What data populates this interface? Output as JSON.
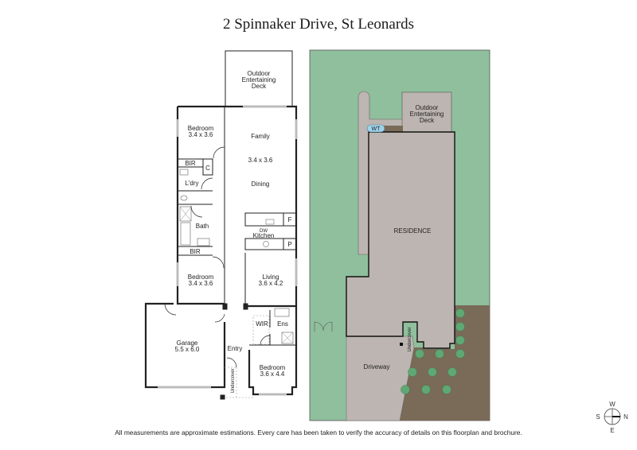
{
  "header": {
    "title": "2 Spinnaker Drive, St Leonards"
  },
  "floorplan": {
    "rooms": {
      "deck": {
        "line1": "Outdoor",
        "line2": "Entertaining",
        "line3": "Deck"
      },
      "bedroom1": {
        "name": "Bedroom",
        "size": "3.4 x 3.6"
      },
      "family": {
        "name": "Family",
        "size": "3.4 x 3.6",
        "name2": "Dining"
      },
      "bir1": "BIR",
      "cupboard": "C",
      "laundry": "L'dry",
      "bath": "Bath",
      "bir2": "BIR",
      "bedroom2": {
        "name": "Bedroom",
        "size": "3.4 x 3.6"
      },
      "kitchen": {
        "name": "Kitchen",
        "fridge": "F",
        "pantry": "P",
        "dishwasher": "DW"
      },
      "living": {
        "name": "Living",
        "size": "3.6 x 4.2"
      },
      "garage": {
        "name": "Garage",
        "size": "5.5 x 6.0"
      },
      "wir": "WIR",
      "ensuite": "Ens",
      "entry": "Entry",
      "undercover": "Undercover",
      "bedroom3": {
        "name": "Bedroom",
        "size": "3.6 x 4.4"
      }
    }
  },
  "siteplan": {
    "deck": {
      "line1": "Outdoor",
      "line2": "Entertaining",
      "line3": "Deck"
    },
    "water_tank": "WT",
    "residence": "RESIDENCE",
    "driveway": "Driveway",
    "undercover": "Undercover",
    "colors": {
      "lawn": "#8fbf9c",
      "building": "#bdb5b1",
      "garden": "#7a6a58",
      "shrub": "#5fa874",
      "tank": "#9fd3ea"
    }
  },
  "compass": {
    "north": "N",
    "south": "S",
    "east": "E",
    "west": "W"
  },
  "footer": {
    "disclaimer": "All measurements are approximate estimations. Every care has been taken to verify the accuracy of details on this floorplan and brochure."
  }
}
